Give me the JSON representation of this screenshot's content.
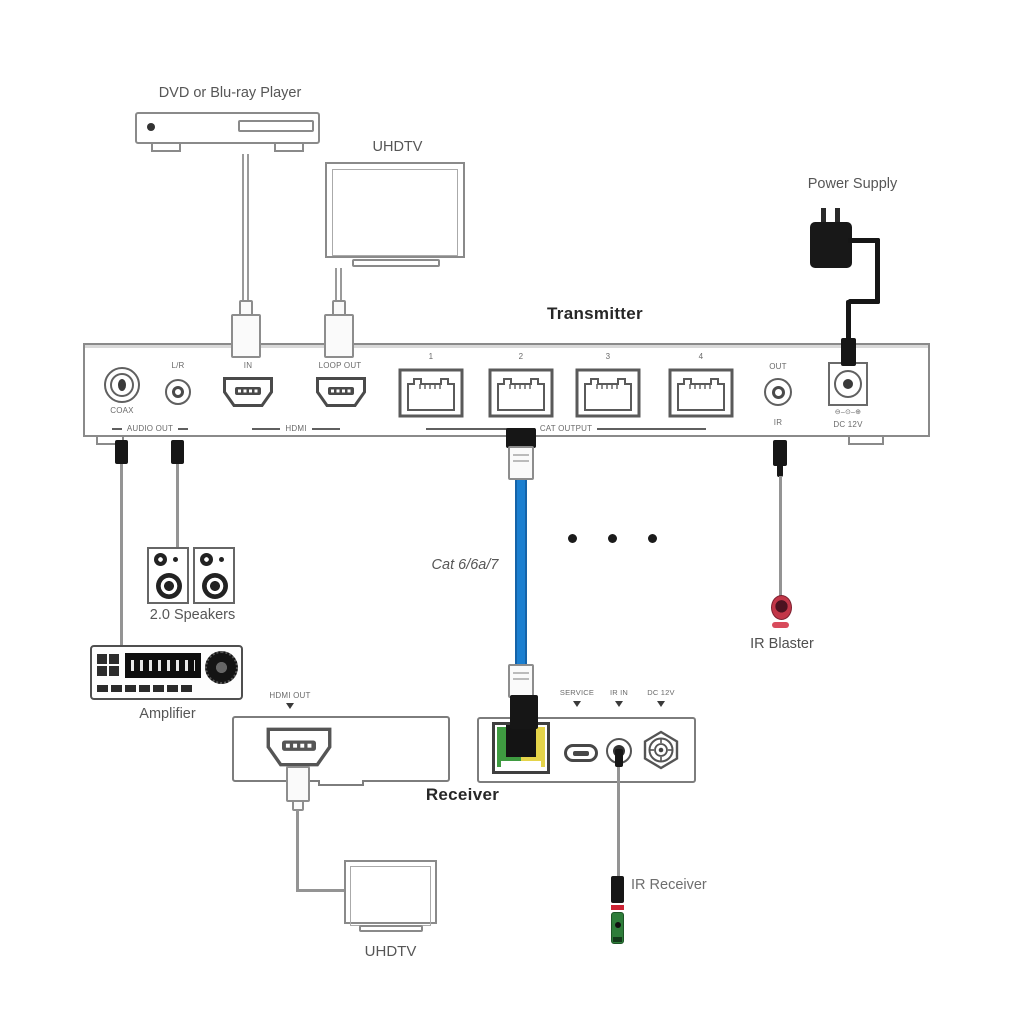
{
  "titles": {
    "transmitter": "Transmitter",
    "receiver": "Receiver"
  },
  "devices": {
    "dvd_player": "DVD or Blu-ray Player",
    "uhdtv_top": "UHDTV",
    "power_supply": "Power Supply",
    "speakers": "2.0 Speakers",
    "amplifier": "Amplifier",
    "uhdtv_bottom": "UHDTV",
    "ir_blaster": "IR Blaster",
    "ir_receiver": "IR Receiver"
  },
  "cable": {
    "cat_label": "Cat 6/6a/7"
  },
  "transmitter_panel": {
    "coax_label": "COAX",
    "lr_label": "L/R",
    "hdmi_in_label": "IN",
    "loop_out_label": "LOOP OUT",
    "cat_port_numbers": [
      "1",
      "2",
      "3",
      "4"
    ],
    "audio_out_group": "AUDIO OUT",
    "hdmi_group": "HDMI",
    "cat_output_group": "CAT OUTPUT",
    "out_label": "OUT",
    "ir_label": "IR",
    "dc_polarity": "⊖–⊙–⊕",
    "dc_label": "DC 12V"
  },
  "receiver_panel": {
    "hdmi_out_label": "HDMI OUT",
    "service_label": "SERVICE",
    "ir_in_label": "IR IN",
    "dc_label": "DC 12V"
  },
  "colors": {
    "cat_cable_blue": "#1b7fd0",
    "ir_red": "#c23648",
    "ir_receiver_green": "#2e7d3a",
    "rj45_green": "#3f9b41",
    "rj45_yellow": "#e5d44a",
    "line_gray": "#8a8a8a"
  }
}
